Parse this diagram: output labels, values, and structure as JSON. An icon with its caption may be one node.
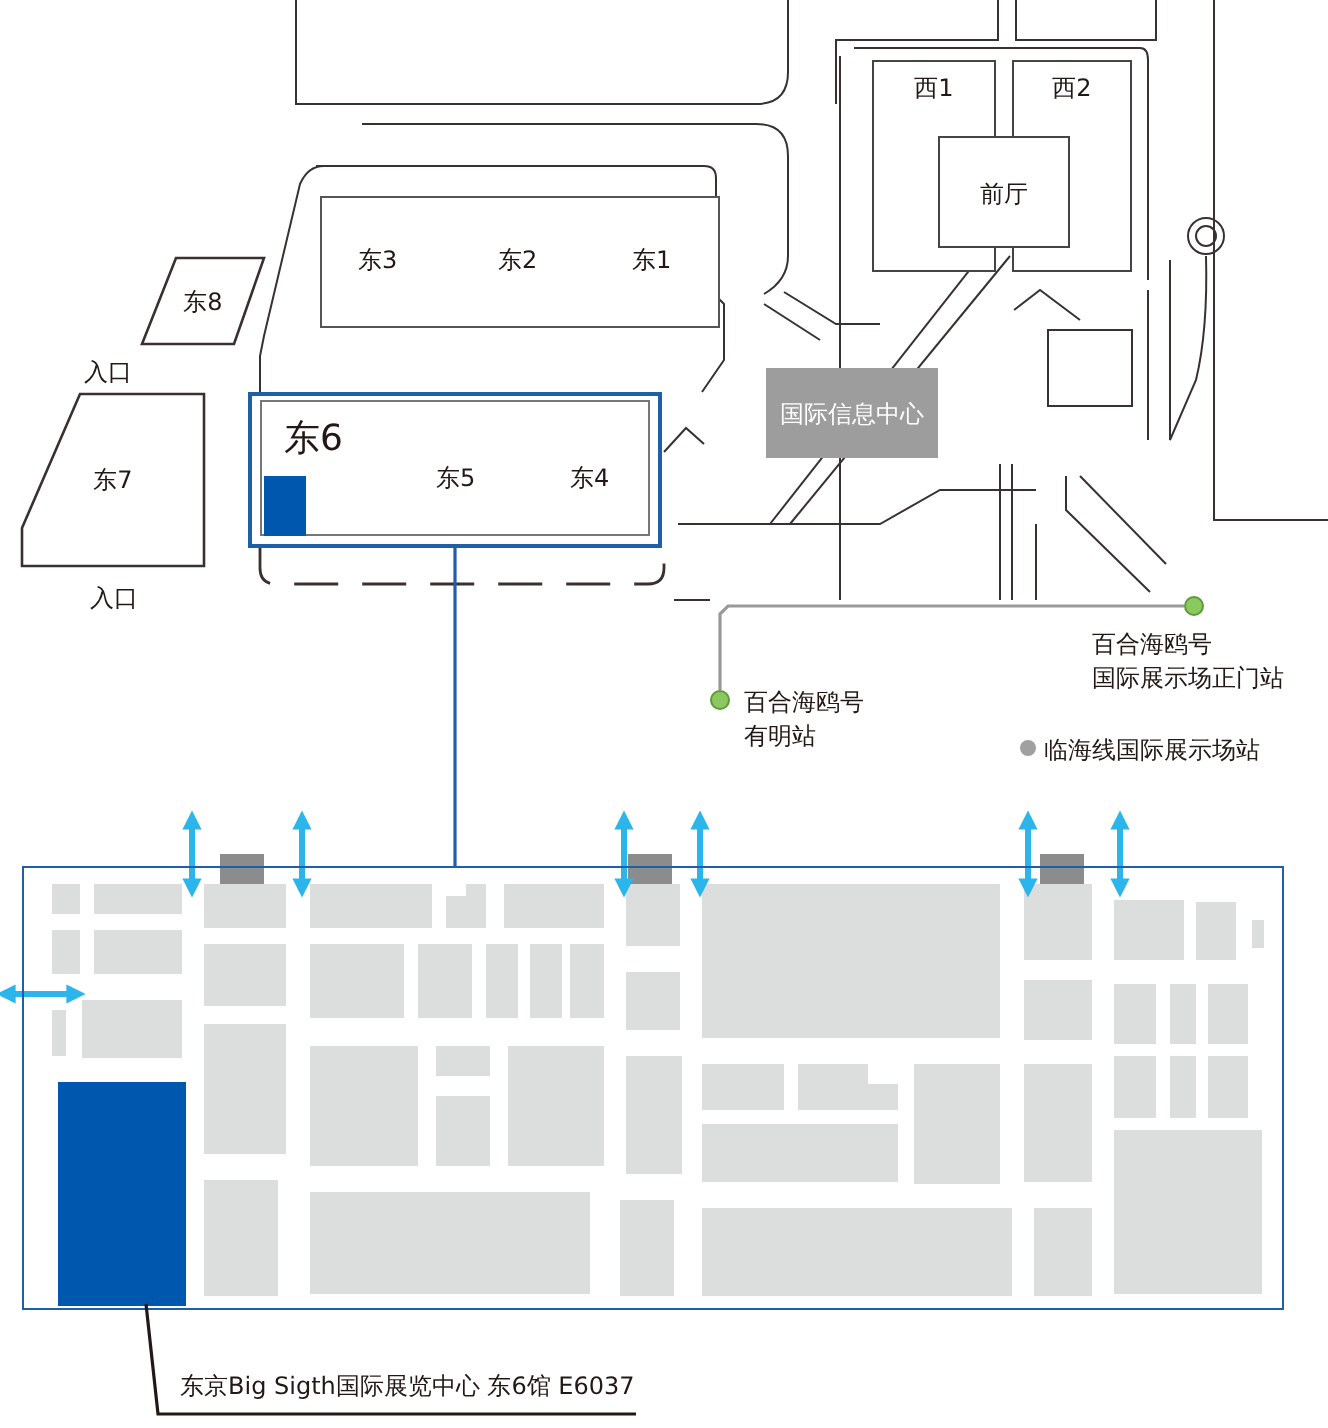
{
  "diagram": {
    "nodes": [
      {
        "text": [
          "东3",
          "东2",
          "东1"
        ]
      },
      {
        "text": [
          "东6",
          "东5",
          "东4"
        ]
      },
      {
        "text": [],
        "shape": "box",
        "in": 1
      },
      {
        "text": [
          "东8"
        ]
      },
      {
        "text": [
          "东7"
        ]
      },
      {
        "text": [
          "西1"
        ]
      },
      {
        "text": [
          "西2"
        ]
      },
      {
        "text": [
          "前厅"
        ]
      },
      {
        "text": [
          "国际信息中心"
        ]
      },
      {
        "text": [],
        "shape": "circle",
        "beside": [
          "百合海鸥号",
          "国际展示场正门站"
        ]
      },
      {
        "text": [],
        "shape": "circle",
        "beside": [
          "百合海鸥号",
          "有明站"
        ]
      },
      {
        "text": [],
        "shape": "circle",
        "beside": [
          "临海线国际展示场站"
        ]
      },
      {
        "text": [],
        "shape": "box"
      },
      {
        "text": [],
        "shape": "box",
        "in": 12
      },
      {
        "text": [
          "东京Big Sigth国际展览中心 东6馆 E6037"
        ]
      }
    ],
    "edges": [
      {
        "from": 9,
        "to": 10,
        "arrow": "none",
        "color": "#9a9a9a"
      },
      {
        "from": 1,
        "to": 12,
        "arrow": "none",
        "color": "#1f5fa8"
      },
      {
        "from": 14,
        "to": 13,
        "arrow": "none",
        "color": "#231815"
      }
    ],
    "labels": [
      "入口",
      "入口"
    ]
  }
}
